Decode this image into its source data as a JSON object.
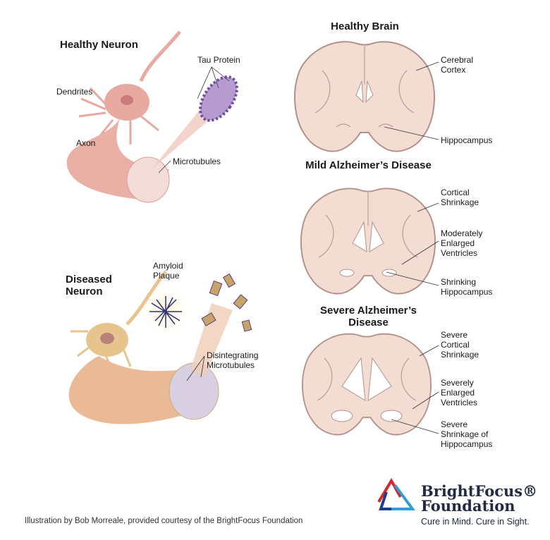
{
  "neurons": {
    "healthy_title": "Healthy Neuron",
    "tau_protein": "Tau Protein",
    "dendrites": "Dendrites",
    "axon": "Axon",
    "microtubules": "Microtubules",
    "diseased_title": "Diseased Neuron",
    "amyloid_plaque": "Amyloid Plaque",
    "disintegrating_microtubules": "Disintegrating Microtubules"
  },
  "brains": {
    "healthy": {
      "title": "Healthy Brain",
      "labels": [
        "Cerebral Cortex",
        "Hippocampus"
      ]
    },
    "mild": {
      "title": "Mild Alzheimer’s Disease",
      "labels": [
        "Cortical Shrinkage",
        "Moderately Enlarged Ventricles",
        "Shrinking Hippocampus"
      ]
    },
    "severe": {
      "title": "Severe Alzheimer’s Disease",
      "labels": [
        "Severe Cortical Shrinkage",
        "Severely Enlarged Ventricles",
        "Severe Shrinkage of Hippocampus"
      ]
    }
  },
  "footer": {
    "credit": "Illustration by Bob Morreale, provided courtesy of the BrightFocus Foundation",
    "logo_name": "BrightFocus® Foundation",
    "logo_name_line1": "BrightFocus®",
    "logo_name_line2": "Foundation",
    "tagline": "Cure in Mind. Cure in Sight."
  },
  "colors": {
    "brain_fill": "#f3ddd3",
    "brain_stroke": "#b2918a",
    "neuron": "#e7a9a0",
    "diseased": "#e9b98e",
    "tau": "#6a4d9c",
    "logo_red": "#d4262c",
    "logo_blue": "#1e3d8f",
    "logo_light_blue": "#2d9fd8"
  }
}
